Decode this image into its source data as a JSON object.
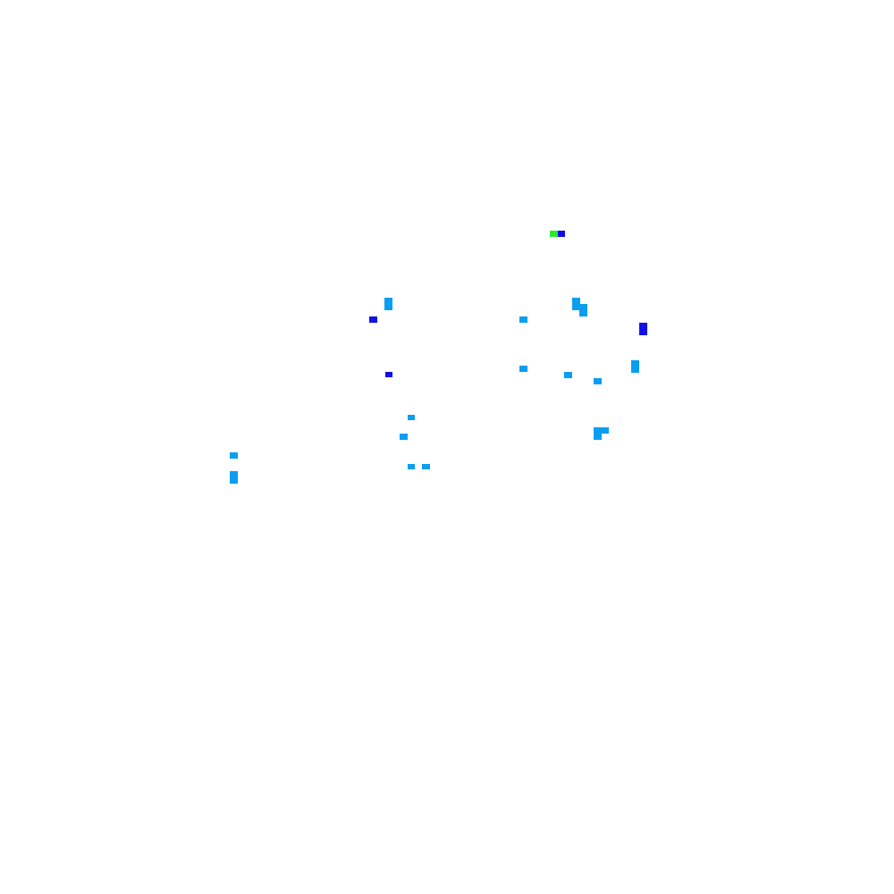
{
  "palette": {
    "background": "#ffffff",
    "light_blue": "#0a9ef0",
    "deep_blue": "#1010e8",
    "green": "#2fe82f"
  },
  "cells": [
    {
      "name": "cell-green-1",
      "color": "green"
    },
    {
      "name": "cell-deep-blue-1",
      "color": "deep_blue"
    },
    {
      "name": "cell-light-blue-1",
      "color": "light_blue"
    },
    {
      "name": "cell-light-blue-2",
      "color": "light_blue"
    },
    {
      "name": "cell-light-blue-3",
      "color": "light_blue"
    },
    {
      "name": "cell-deep-blue-2",
      "color": "deep_blue"
    },
    {
      "name": "cell-light-blue-4",
      "color": "light_blue"
    },
    {
      "name": "cell-deep-blue-3",
      "color": "deep_blue"
    },
    {
      "name": "cell-light-blue-5",
      "color": "light_blue"
    },
    {
      "name": "cell-light-blue-6",
      "color": "light_blue"
    },
    {
      "name": "cell-light-blue-7",
      "color": "light_blue"
    },
    {
      "name": "cell-deep-blue-4",
      "color": "deep_blue"
    },
    {
      "name": "cell-light-blue-8",
      "color": "light_blue"
    },
    {
      "name": "cell-light-blue-9",
      "color": "light_blue"
    },
    {
      "name": "cell-light-blue-10",
      "color": "light_blue"
    },
    {
      "name": "cell-light-blue-11",
      "color": "light_blue"
    },
    {
      "name": "cell-light-blue-12",
      "color": "light_blue"
    },
    {
      "name": "cell-light-blue-13",
      "color": "light_blue"
    },
    {
      "name": "cell-light-blue-14",
      "color": "light_blue"
    },
    {
      "name": "cell-light-blue-15",
      "color": "light_blue"
    },
    {
      "name": "cell-light-blue-16",
      "color": "light_blue"
    },
    {
      "name": "cell-light-blue-17",
      "color": "light_blue"
    },
    {
      "name": "cell-light-blue-18",
      "color": "light_blue"
    }
  ]
}
